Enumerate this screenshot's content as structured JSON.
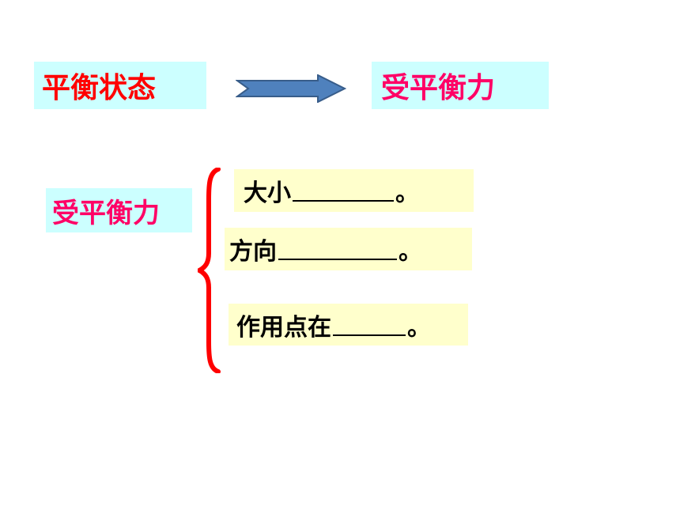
{
  "slide": {
    "top_left_label": "平衡状态",
    "top_right_label": "受平衡力",
    "left_label": "受平衡力",
    "items": [
      {
        "prefix": "大小",
        "suffix": "。"
      },
      {
        "prefix": "方向",
        "suffix": "。"
      },
      {
        "prefix": "作用点在",
        "suffix": "。"
      }
    ]
  },
  "colors": {
    "red": "#ff0000",
    "magenta": "#ff0066",
    "cyan_fill": "#ccffff",
    "yellow_fill": "#ffffcc",
    "arrow_fill": "#4f81bd",
    "arrow_stroke": "#385d8a"
  },
  "icons": {
    "arrow": "right-arrow-icon",
    "brace": "left-curly-brace-icon"
  }
}
